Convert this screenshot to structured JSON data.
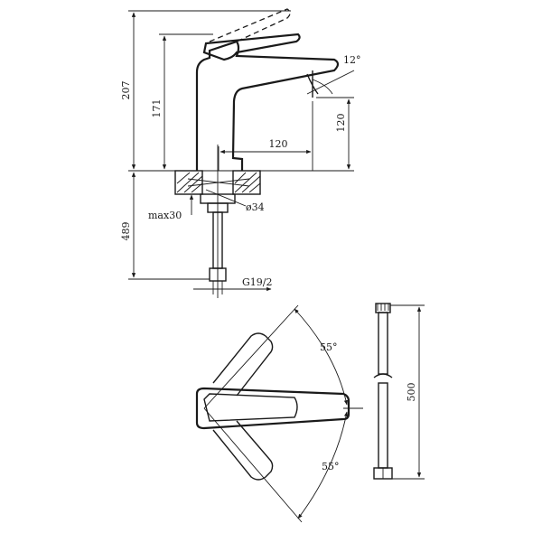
{
  "dimensions": {
    "total_height": "207",
    "spout_height": "171",
    "spout_clearance": "120",
    "spout_reach": "120",
    "spout_angle": "12°",
    "below_deck": "489",
    "max_deck": "max30",
    "hole_diameter": "ø34",
    "hose_thread": "G19/2",
    "handle_angle_top": "55°",
    "handle_angle_bottom": "55°",
    "hose_length": "500"
  },
  "colors": {
    "line": "#1a1a1a",
    "background": "#ffffff"
  }
}
